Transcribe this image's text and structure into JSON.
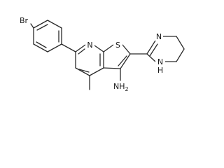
{
  "diagram": {
    "kind": "chemical-structure",
    "colors": {
      "background": "#ffffff",
      "bond": "#2a2a2a",
      "label": "#1a1a1a"
    },
    "atom_labels": {
      "bromine": "Br",
      "ring_nitrogen": "N",
      "thiophene_sulfur": "S",
      "amidine_nitrogen": "N",
      "amine_nh": "N",
      "amine_nh_h": "H",
      "amino_group": "NH",
      "amino_group_subscript": "2"
    }
  }
}
